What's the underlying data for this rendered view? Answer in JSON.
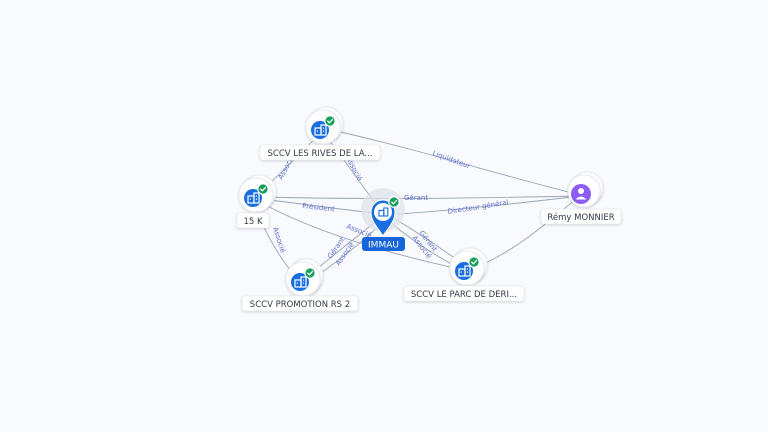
{
  "nodes": {
    "immau": {
      "label": "IMMAU",
      "kind": "company",
      "focus": true,
      "verified": true
    },
    "sccv_rives": {
      "label": "SCCV LES RIVES DE LA...",
      "kind": "company",
      "verified": true
    },
    "k15": {
      "label": "15 K",
      "kind": "company",
      "verified": true
    },
    "sccv_promotion": {
      "label": "SCCV PROMOTION RS 2",
      "kind": "company",
      "verified": true
    },
    "sccv_parc": {
      "label": "SCCV LE PARC DE DERI...",
      "kind": "company",
      "verified": true
    },
    "remy": {
      "label": "Rémy MONNIER",
      "kind": "person",
      "verified": false
    }
  },
  "edge_labels": {
    "liquidateur": "Liquidateur",
    "gerant_top": "Gérant",
    "directeur": "Directeur général",
    "president": "Président",
    "associe_rives_k15": "Associé",
    "associe_rives_immau": "Associé",
    "associe_k15_promo": "Associé",
    "associe_k15_immau": "Associé",
    "gerant_promo": "Gérant",
    "associe_promo": "Associé",
    "gerant_parc": "Gérant",
    "associe_parc": "Associé"
  },
  "colors": {
    "company_icon": "#1a6fe0",
    "person_icon": "#8b5cf6",
    "verified_badge": "#15a05a",
    "edge": "#9aa4b4",
    "edge_label": "#5c6ccf",
    "focus_label_bg": "#1664d9"
  },
  "icons": {
    "company": "building-icon",
    "person": "user-icon",
    "verified": "check-badge-icon",
    "focus": "map-pin-icon"
  }
}
